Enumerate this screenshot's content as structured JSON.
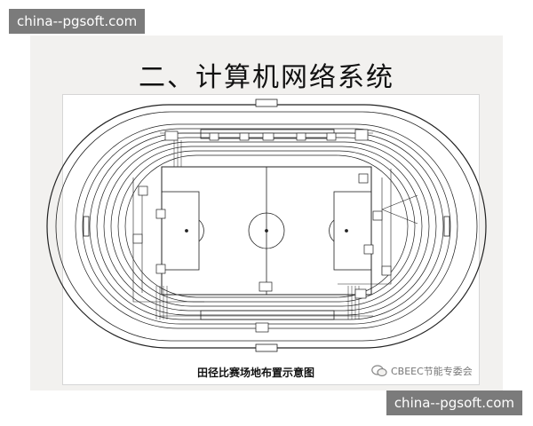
{
  "watermark": {
    "top": "china--pgsoft.com",
    "bottom": "china--pgsoft.com"
  },
  "slide": {
    "title": "二、计算机网络系统"
  },
  "diagram": {
    "caption": "田径比赛场地布置示意图"
  },
  "brand": {
    "label": "CBEEC节能专委会",
    "icon": "wechat-icon"
  },
  "colors": {
    "slide_bg": "#f2f1ef",
    "line": "#222222",
    "watermark_bg": "#696969"
  }
}
